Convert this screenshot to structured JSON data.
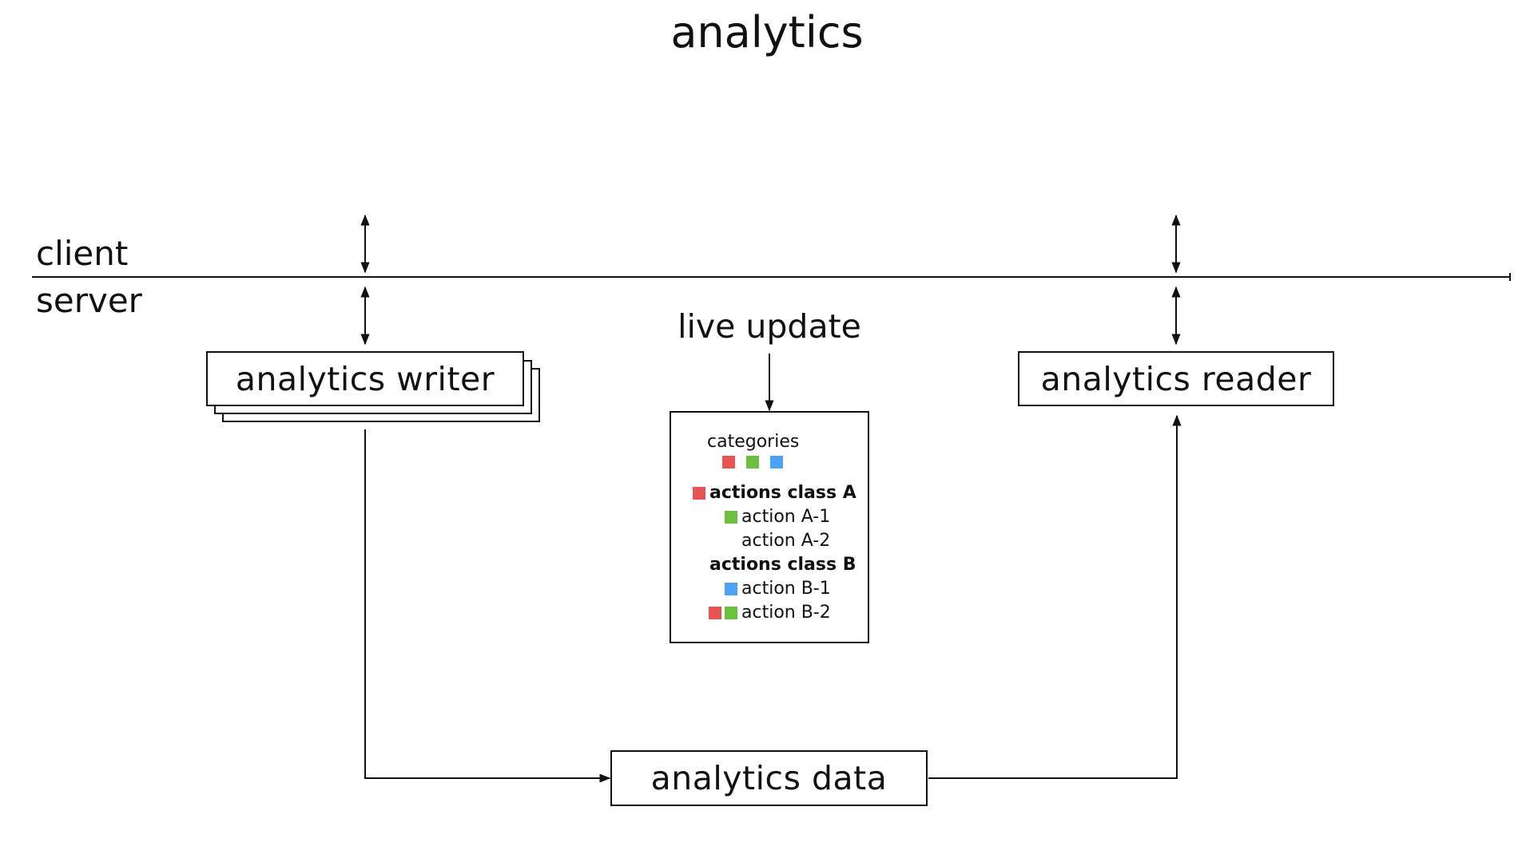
{
  "title": "analytics",
  "zones": {
    "client": "client",
    "server": "server"
  },
  "live_update": "live update",
  "boxes": {
    "writer": "analytics writer",
    "reader": "analytics reader",
    "data": "analytics data"
  },
  "legend": {
    "heading": "categories",
    "category_colors": [
      "#e85454",
      "#6cbf3f",
      "#4da2f2"
    ],
    "items": [
      {
        "label": "actions class A",
        "bold": true,
        "colors": [
          "#e85454"
        ]
      },
      {
        "label": "action A-1",
        "bold": false,
        "colors": [
          "#6cbf3f"
        ]
      },
      {
        "label": "action A-2",
        "bold": false,
        "colors": []
      },
      {
        "label": "actions class B",
        "bold": true,
        "colors": []
      },
      {
        "label": "action B-1",
        "bold": false,
        "colors": [
          "#4da2f2"
        ]
      },
      {
        "label": "action B-2",
        "bold": false,
        "colors": [
          "#e85454",
          "#6cbf3f"
        ]
      }
    ]
  }
}
